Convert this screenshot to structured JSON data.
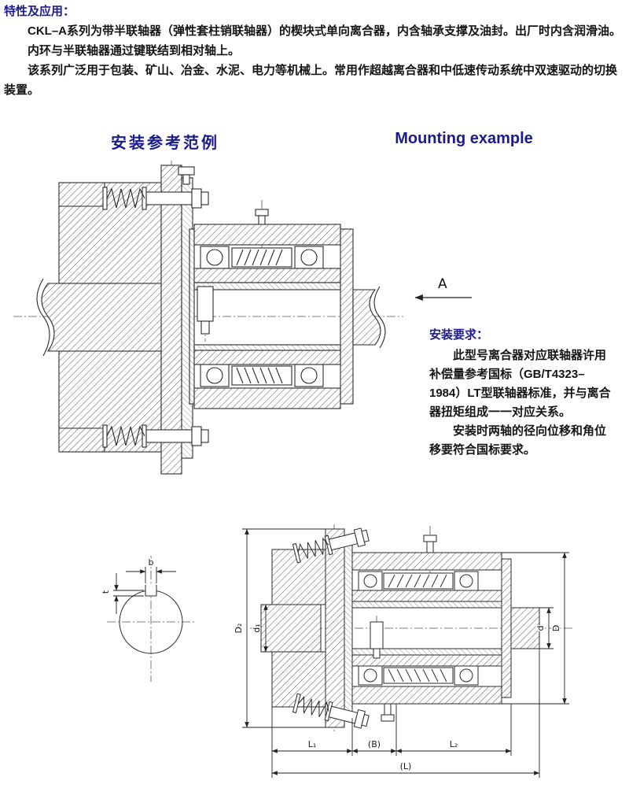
{
  "page": {
    "background": "#ffffff",
    "accent": "#1b1b8e",
    "text": "#141414",
    "line": "#2a2a2a"
  },
  "intro": {
    "heading": "特性及应用：",
    "para1": "CKL–A系列为带半联轴器（弹性套柱销联轴器）的楔块式单向离合器，内含轴承支撑及油封。出厂时内含润滑油。",
    "para2": "内环与半联轴器通过键联结到相对轴上。",
    "para3": "该系列广泛用于包装、矿山、冶金、水泥、电力等机械上。常用作超越离合器和中低速传动系统中双速驱动的切换装置。"
  },
  "figure_titles": {
    "zh": "安装参考范例",
    "en": "Mounting example"
  },
  "view_label": "A",
  "requirements": {
    "heading": "安装要求：",
    "para1": "此型号离合器对应联轴器许用补偿量参考国标（GB/T4323–1984）LT型联轴器标准，并与离合器扭矩组成一一对应关系。",
    "para2": "安装时两轴的径向位移和角位移要符合国标要求。"
  },
  "dims": {
    "key_width": "b",
    "key_depth": "t",
    "coupling_outer_diameter": "D₂",
    "coupling_bore": "d₁",
    "clutch_bore": "d",
    "clutch_outer_diameter": "D",
    "coupling_length": "L₁",
    "mid_width": "(B)",
    "clutch_length": "L₂",
    "total_length": "(L)"
  }
}
